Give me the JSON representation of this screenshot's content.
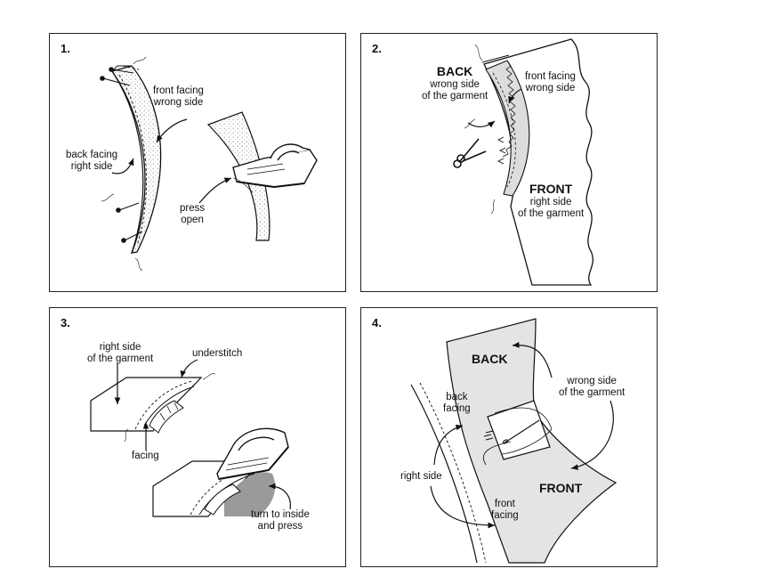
{
  "steps": [
    {
      "number": "1.",
      "labels": {
        "front_facing": "front facing",
        "front_wrong_side": "wrong side",
        "back_facing": "back facing",
        "back_right_side": "right side",
        "press": "press",
        "open": "open"
      }
    },
    {
      "number": "2.",
      "labels": {
        "back": "BACK",
        "back_wrong_side": "wrong side",
        "back_of_garment": "of the garment",
        "front_facing": "front facing",
        "front_wrong_side": "wrong side",
        "front": "FRONT",
        "front_right_side": "right side",
        "front_of_garment": "of the garment"
      }
    },
    {
      "number": "3.",
      "labels": {
        "right_side": "right side",
        "of_garment": "of the garment",
        "understitch": "understitch",
        "facing": "facing",
        "turn_to_inside": "turn to inside",
        "and_press": "and press"
      }
    },
    {
      "number": "4.",
      "labels": {
        "back": "BACK",
        "wrong_side": "wrong side",
        "of_garment": "of the garment",
        "back_facing_1": "back",
        "back_facing_2": "facing",
        "right_side": "right side",
        "front": "FRONT",
        "front_facing_1": "front",
        "front_facing_2": "facing"
      }
    }
  ]
}
